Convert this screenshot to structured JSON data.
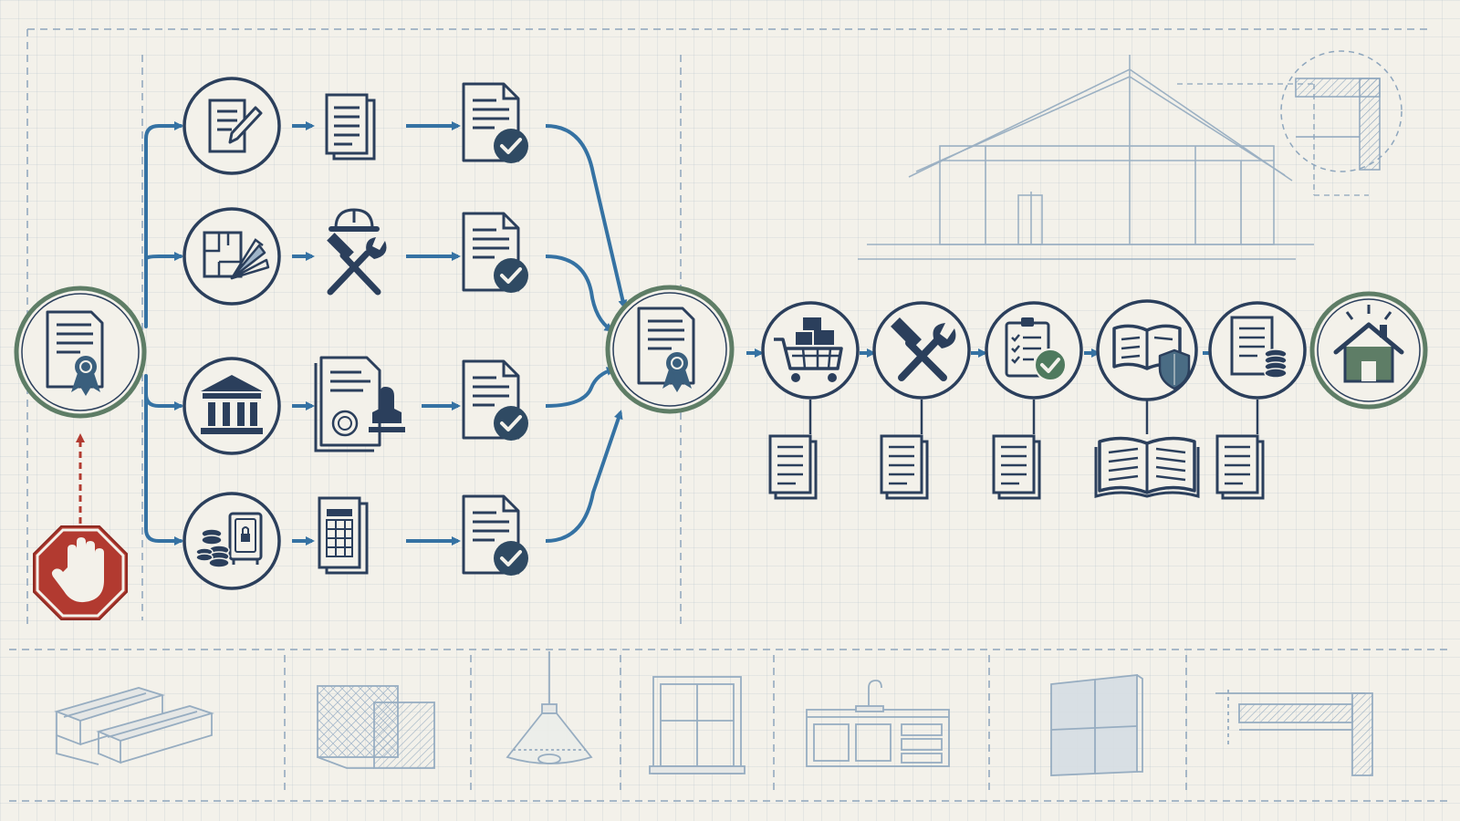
{
  "colors": {
    "paper": "#f3f1ea",
    "grid": "#c9d3dc",
    "navy": "#2b3f5c",
    "flow_blue": "#3572a3",
    "milestone_green": "#5e7d66",
    "stop_red": "#b23a30",
    "faint_sketch": "#8ea6bd"
  },
  "nodes": {
    "start": {
      "icon": "certificate-ribbon-icon",
      "kind": "milestone"
    },
    "stop": {
      "icon": "stop-hand-icon",
      "kind": "blocker"
    },
    "branches": [
      {
        "icon": "document-edit-icon",
        "output": "document-stack-icon",
        "result": "document-approved-icon"
      },
      {
        "icon": "floor-plan-swatches-icon",
        "output": "hardhat-tools-icon",
        "result": "document-approved-icon"
      },
      {
        "icon": "bank-building-icon",
        "output": "stamped-document-icon",
        "result": "document-approved-icon"
      },
      {
        "icon": "coins-safe-icon",
        "output": "spreadsheet-icon",
        "result": "document-approved-icon"
      }
    ],
    "merge": {
      "icon": "certificate-ribbon-icon",
      "kind": "milestone"
    },
    "phases": [
      {
        "icon": "shopping-cart-icon",
        "doc": "document-icon"
      },
      {
        "icon": "hammer-wrench-icon",
        "doc": "document-icon"
      },
      {
        "icon": "checklist-approved-icon",
        "doc": "document-icon"
      },
      {
        "icon": "manual-shield-icon",
        "doc": "open-book-icon"
      },
      {
        "icon": "document-coins-icon",
        "doc": "document-icon"
      }
    ],
    "end": {
      "icon": "house-icon",
      "kind": "milestone"
    }
  },
  "materials": [
    {
      "icon": "lumber-beams-icon"
    },
    {
      "icon": "tile-samples-icon"
    },
    {
      "icon": "pendant-lamp-icon"
    },
    {
      "icon": "window-frame-icon"
    },
    {
      "icon": "kitchen-cabinet-icon"
    },
    {
      "icon": "wall-panel-icon"
    },
    {
      "icon": "floor-section-icon"
    }
  ]
}
